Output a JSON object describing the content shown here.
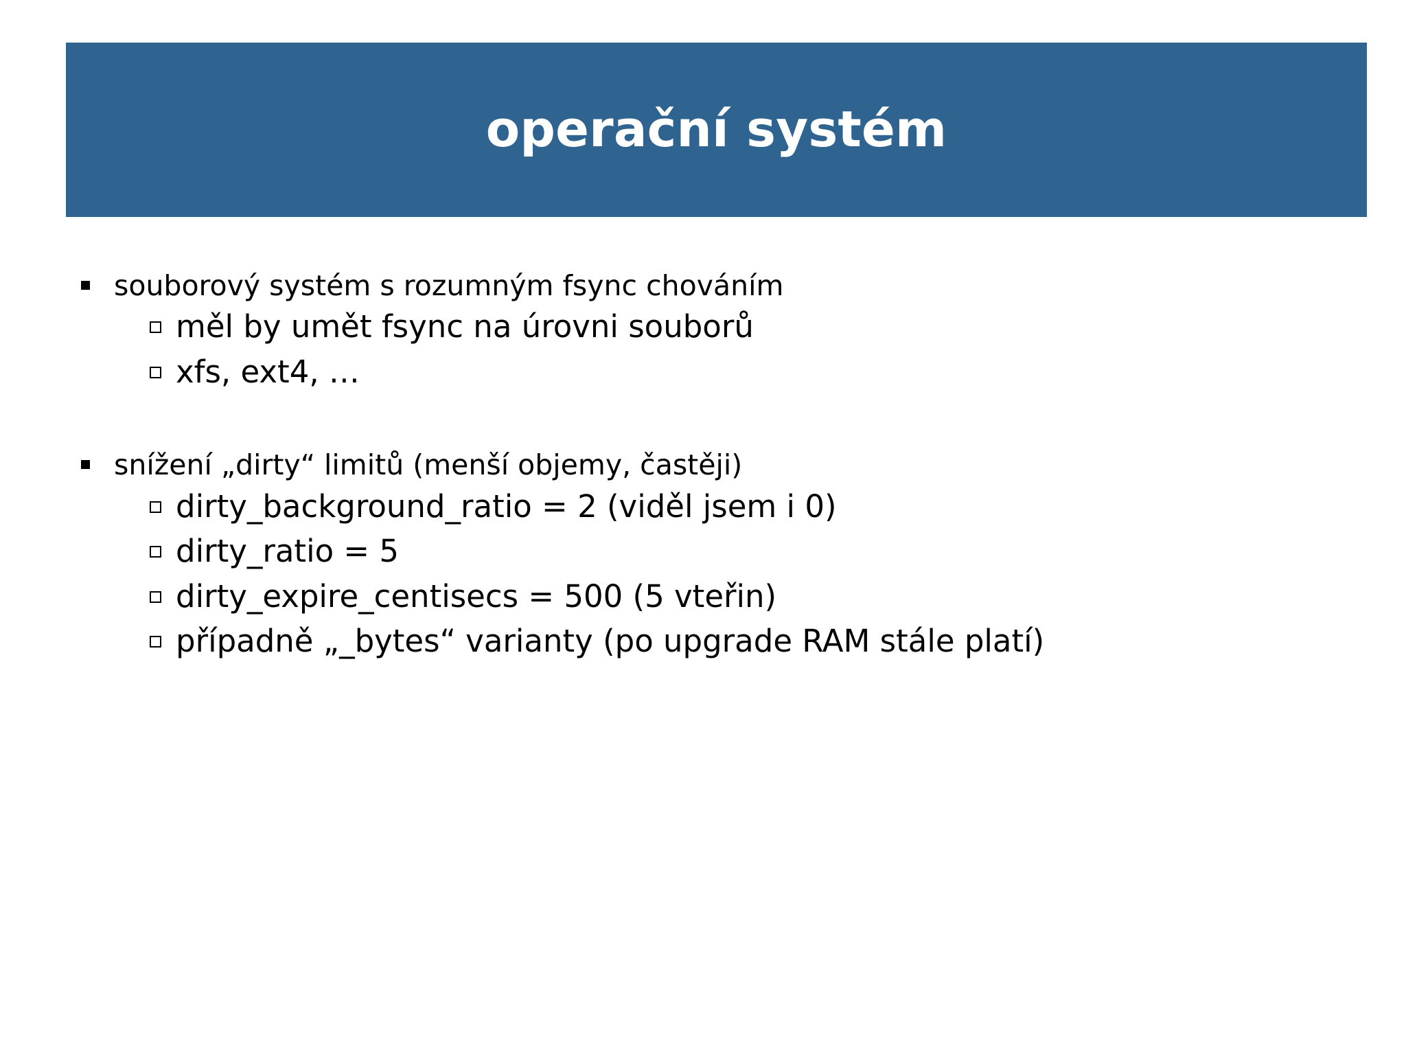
{
  "slide": {
    "title": "operační systém",
    "header_color": "#2F6490",
    "text_color": "#000000",
    "background_color": "#FFFFFF",
    "groups": [
      {
        "bullet": {
          "marker": "filled-square-bullet-icon",
          "text": "souborový systém s rozumným fsync chováním"
        },
        "subitems": [
          {
            "marker": "hollow-square-bullet-icon",
            "text": "měl by umět fsync na úrovni souborů"
          },
          {
            "marker": "hollow-square-bullet-icon",
            "text": "xfs, ext4, …"
          }
        ]
      },
      {
        "bullet": {
          "marker": "filled-square-bullet-icon",
          "text": "snížení „dirty“ limitů (menší objemy, častěji)"
        },
        "subitems": [
          {
            "marker": "hollow-square-bullet-icon",
            "text": "dirty_background_ratio = 2 (viděl jsem i 0)"
          },
          {
            "marker": "hollow-square-bullet-icon",
            "text": "dirty_ratio = 5"
          },
          {
            "marker": "hollow-square-bullet-icon",
            "text": "dirty_expire_centisecs = 500 (5 vteřin)"
          },
          {
            "marker": "hollow-square-bullet-icon",
            "text": "případně „_bytes“ varianty (po upgrade RAM stále platí)"
          }
        ]
      }
    ]
  }
}
